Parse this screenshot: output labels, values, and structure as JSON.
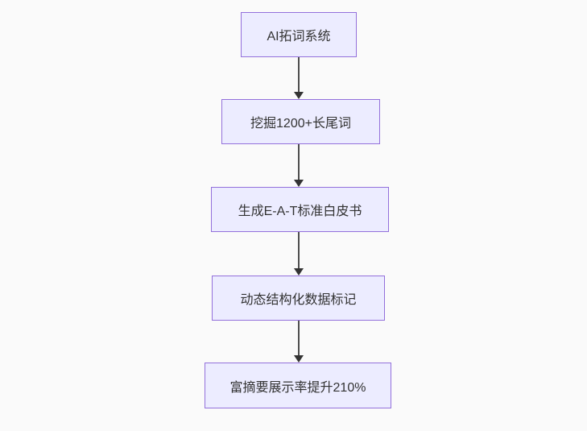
{
  "diagram": {
    "type": "flowchart",
    "direction": "top-down",
    "background_color": "#FAFAFA",
    "node_fill_color": "#ECECFF",
    "node_border_color": "#9370DB",
    "arrow_color": "#333333",
    "text_color": "#333333",
    "nodes": [
      {
        "id": "A",
        "label": "AI拓词系统"
      },
      {
        "id": "B",
        "label": "挖掘1200+长尾词"
      },
      {
        "id": "C",
        "label": "生成E-A-T标准白皮书"
      },
      {
        "id": "D",
        "label": "动态结构化数据标记"
      },
      {
        "id": "E",
        "label": "富摘要展示率提升210%"
      }
    ],
    "edges": [
      {
        "from": "A",
        "to": "B",
        "label": ""
      },
      {
        "from": "B",
        "to": "C",
        "label": ""
      },
      {
        "from": "C",
        "to": "D",
        "label": ""
      },
      {
        "from": "D",
        "to": "E",
        "label": ""
      }
    ]
  }
}
